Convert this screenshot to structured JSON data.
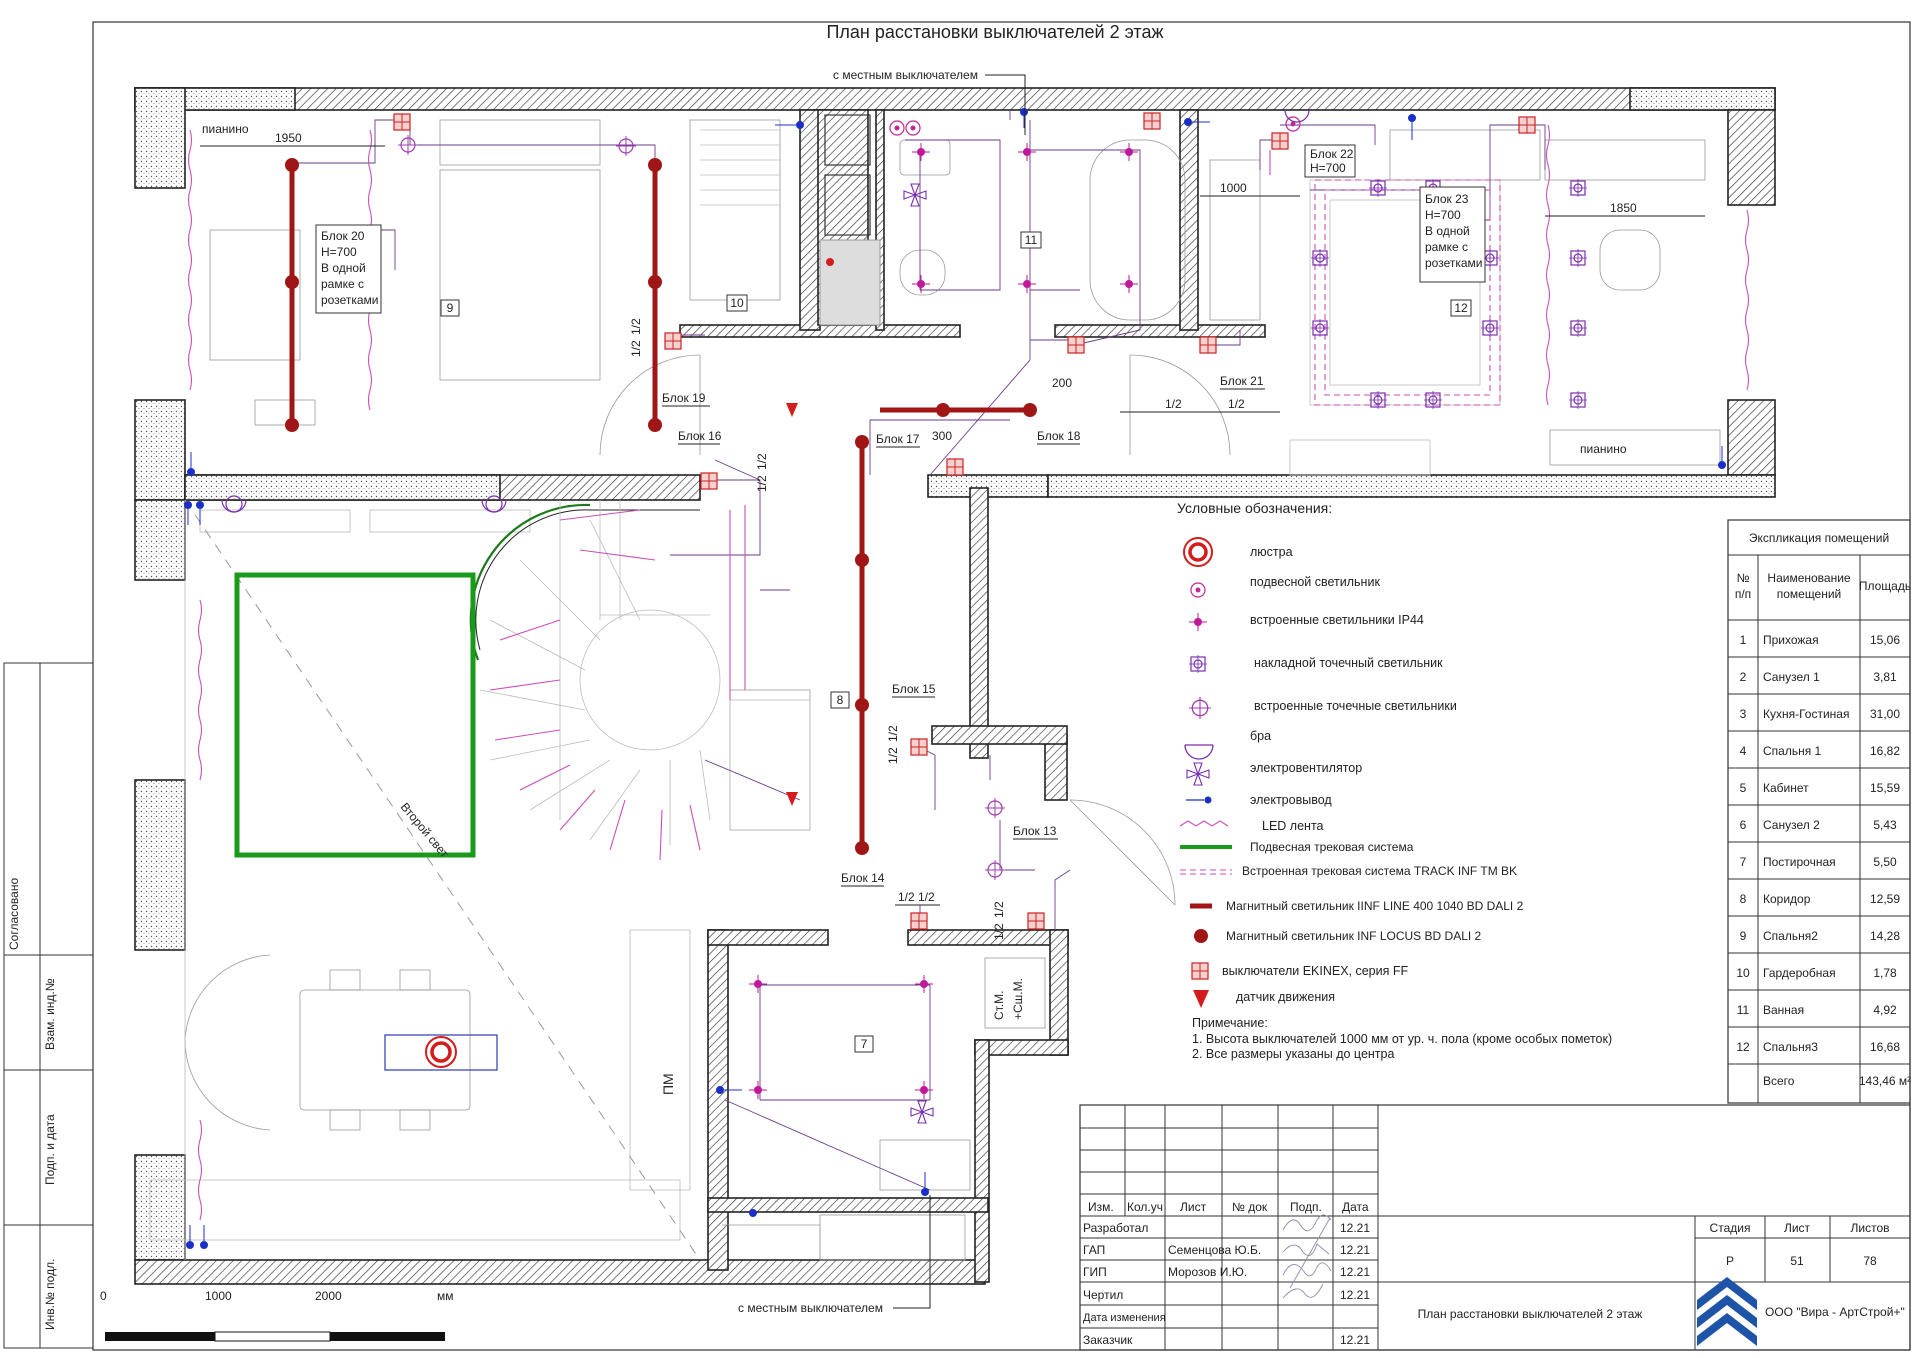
{
  "title": "План расстановки выключателей 2 этаж",
  "callouts": {
    "top_local_switch": "с местным выключателем",
    "bottom_local_switch": "с местным выключателем"
  },
  "room_numbers": [
    "9",
    "10",
    "11",
    "12",
    "8",
    "7"
  ],
  "furniture_labels": {
    "piano_left": "пианино",
    "piano_right": "пианино",
    "second_light": "Второй свет",
    "pm": "ПМ",
    "st_m": "Ст.М.",
    "su_m": "+Сш.М."
  },
  "dimensions": [
    "1950",
    "1000",
    "1850",
    "1/2",
    "1/2",
    "1/2",
    "1/2",
    "1/2",
    "1/2",
    "1/2",
    "1/2",
    "200",
    "300",
    "1/2",
    "1/2",
    "1/2",
    "1/2"
  ],
  "blocks": {
    "b20": [
      "Блок 20",
      "H=700",
      "В одной",
      "рамке с",
      "розетками"
    ],
    "b22": [
      "Блок 22",
      "H=700"
    ],
    "b23": [
      "Блок 23",
      "H=700",
      "В одной",
      "рамке с",
      "розетками"
    ],
    "b19": "Блок 19",
    "b16": "Блок 16",
    "b17": "Блок 17",
    "b18": "Блок 18",
    "b21": "Блок 21",
    "b15": "Блок 15",
    "b13": "Блок 13",
    "b14": "Блок 14"
  },
  "legend": {
    "title": "Условные обозначения:",
    "items": [
      {
        "icon": "chandelier-icon",
        "label": "люстра"
      },
      {
        "icon": "pendant-light-icon",
        "label": "подвесной светильник"
      },
      {
        "icon": "recessed-ip44-icon",
        "label": "встроенные светильники IP44"
      },
      {
        "icon": "surface-spot-icon",
        "label": "накладной точечный светильник"
      },
      {
        "icon": "recessed-spot-icon",
        "label": "встроенные точечные светильники"
      },
      {
        "icon": "wall-sconce-icon",
        "label": "бра"
      },
      {
        "icon": "fan-icon",
        "label": "электровентилятор"
      },
      {
        "icon": "cable-outlet-icon",
        "label": "электровывод"
      },
      {
        "icon": "led-strip-icon",
        "label": "LED лента"
      },
      {
        "icon": "pendant-track-icon",
        "label": "Подвесная трековая система"
      },
      {
        "icon": "recessed-track-icon",
        "label": "Встроенная трековая система TRACK INF TM BK"
      },
      {
        "icon": "magnetic-line-icon",
        "label": "Магнитный светильник IINF LINE 400 1040 BD DALI 2"
      },
      {
        "icon": "magnetic-locus-icon",
        "label": "Магнитный светильник INF LOCUS  BD DALI 2"
      },
      {
        "icon": "switch-icon",
        "label": "выключатели EKINEX, серия FF"
      },
      {
        "icon": "motion-sensor-icon",
        "label": "датчик движения"
      }
    ],
    "note_title": "Примечание:",
    "notes": [
      "1. Высота выключателей 1000 мм от ур. ч. пола (кроме особых пометок)",
      "2. Все размеры указаны до центра"
    ]
  },
  "explication": {
    "title": "Экспликация помещений",
    "headers": [
      "№ п/п",
      "Наименование помещений",
      "Площадь"
    ],
    "rows": [
      [
        "1",
        "Прихожая",
        "15,06"
      ],
      [
        "2",
        "Санузел 1",
        "3,81"
      ],
      [
        "3",
        "Кухня-Гостиная",
        "31,00"
      ],
      [
        "4",
        "Спальня 1",
        "16,82"
      ],
      [
        "5",
        "Кабинет",
        "15,59"
      ],
      [
        "6",
        "Санузел 2",
        "5,43"
      ],
      [
        "7",
        "Постирочная",
        "5,50"
      ],
      [
        "8",
        "Коридор",
        "12,59"
      ],
      [
        "9",
        "Спальня2",
        "14,28"
      ],
      [
        "10",
        "Гардеробная",
        "1,78"
      ],
      [
        "11",
        "Ванная",
        "4,92"
      ],
      [
        "12",
        "Спальня3",
        "16,68"
      ]
    ],
    "total_label": "Всего",
    "total_value": "143,46 м²"
  },
  "side_stamp": [
    "Согласовано",
    "Взам. инд.№",
    "Подп. и дата",
    "Инв.№ подл."
  ],
  "scale": {
    "ticks": [
      "0",
      "1000",
      "2000"
    ],
    "unit": "мм"
  },
  "title_block": {
    "col_headers": [
      "Изм.",
      "Кол.уч",
      "Лист",
      "№ док",
      "Подп.",
      "Дата"
    ],
    "rows": [
      {
        "role": "Разработал",
        "name": "",
        "date": "12.21"
      },
      {
        "role": "ГАП",
        "name": "Семенцова Ю.Б.",
        "date": "12.21"
      },
      {
        "role": "ГИП",
        "name": "Морозов И.Ю.",
        "date": "12.21"
      },
      {
        "role": "Чертил",
        "name": "",
        "date": "12.21"
      },
      {
        "role": "Дата изменения",
        "name": "",
        "date": ""
      },
      {
        "role": "Заказчик",
        "name": "",
        "date": "12.21"
      }
    ],
    "sheet_title": "План расстановки выключателей 2 этаж",
    "stage_header": "Стадия",
    "sheet_header": "Лист",
    "sheets_header": "Листов",
    "stage": "Р",
    "sheet": "51",
    "sheets": "78",
    "company": "ООО \"Вира - АртСтрой+\""
  },
  "colors": {
    "wire": "#6a3b8a",
    "led": "#c94fb8",
    "magnetic": "#a01616",
    "track": "#1a9a1a",
    "switch": "#c22222",
    "outlet": "#1b2fc8",
    "logo": "#1d54a8"
  }
}
